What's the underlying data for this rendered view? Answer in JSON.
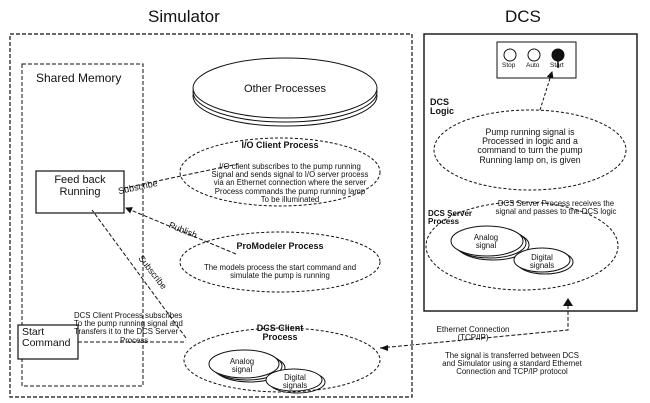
{
  "titles": {
    "simulator": "Simulator",
    "dcs": "DCS"
  },
  "simulator": {
    "shared_memory": "Shared Memory",
    "feedback": "Feed back Running",
    "start_command": "Start Command",
    "other_processes": "Other Processes",
    "io_client": {
      "title": "I/O Client Process",
      "desc": [
        "I/O client subscribes to the pump running",
        "Signal and sends signal to I/O server process",
        "via an Ethernet connection where the server",
        "Process commands the pump running lamp",
        "To be illuminated"
      ]
    },
    "promodeler": {
      "title": "ProModeler Process",
      "desc": [
        "The models process the start command and",
        "simulate the pump is running"
      ]
    },
    "dcs_client": {
      "title": "DCS Client Process",
      "desc": [
        "DCS Client Process subscribes",
        "To the pump running signal and",
        "Transfers it to the DCS Server",
        "Process"
      ],
      "analog": "Analog signal",
      "digital": "Digital signals"
    },
    "arrows": {
      "subscribe_top": "Subscribe",
      "publish": "Publish",
      "subscribe_bottom": "Subscribe"
    }
  },
  "dcs": {
    "lamps": [
      "Stop",
      "Auto",
      "Start"
    ],
    "logic_label": "DCS Logic",
    "logic_text": [
      "Pump running signal is",
      "Processed in logic and a",
      "command to turn the pump",
      "Running lamp on, is given"
    ],
    "server": {
      "title": "DCS Server Process",
      "desc": [
        "DCS Server Process receives the",
        "signal and passes to the DCS logic"
      ],
      "analog": "Analog signal",
      "digital": "Digital signals"
    }
  },
  "ethernet": {
    "label": "Ethernet Connection (TCP/IP)",
    "desc": [
      "The signal is transferred between DCS",
      "and Simulator using a standard Ethernet",
      "Connection and TCP/IP protocol"
    ]
  }
}
